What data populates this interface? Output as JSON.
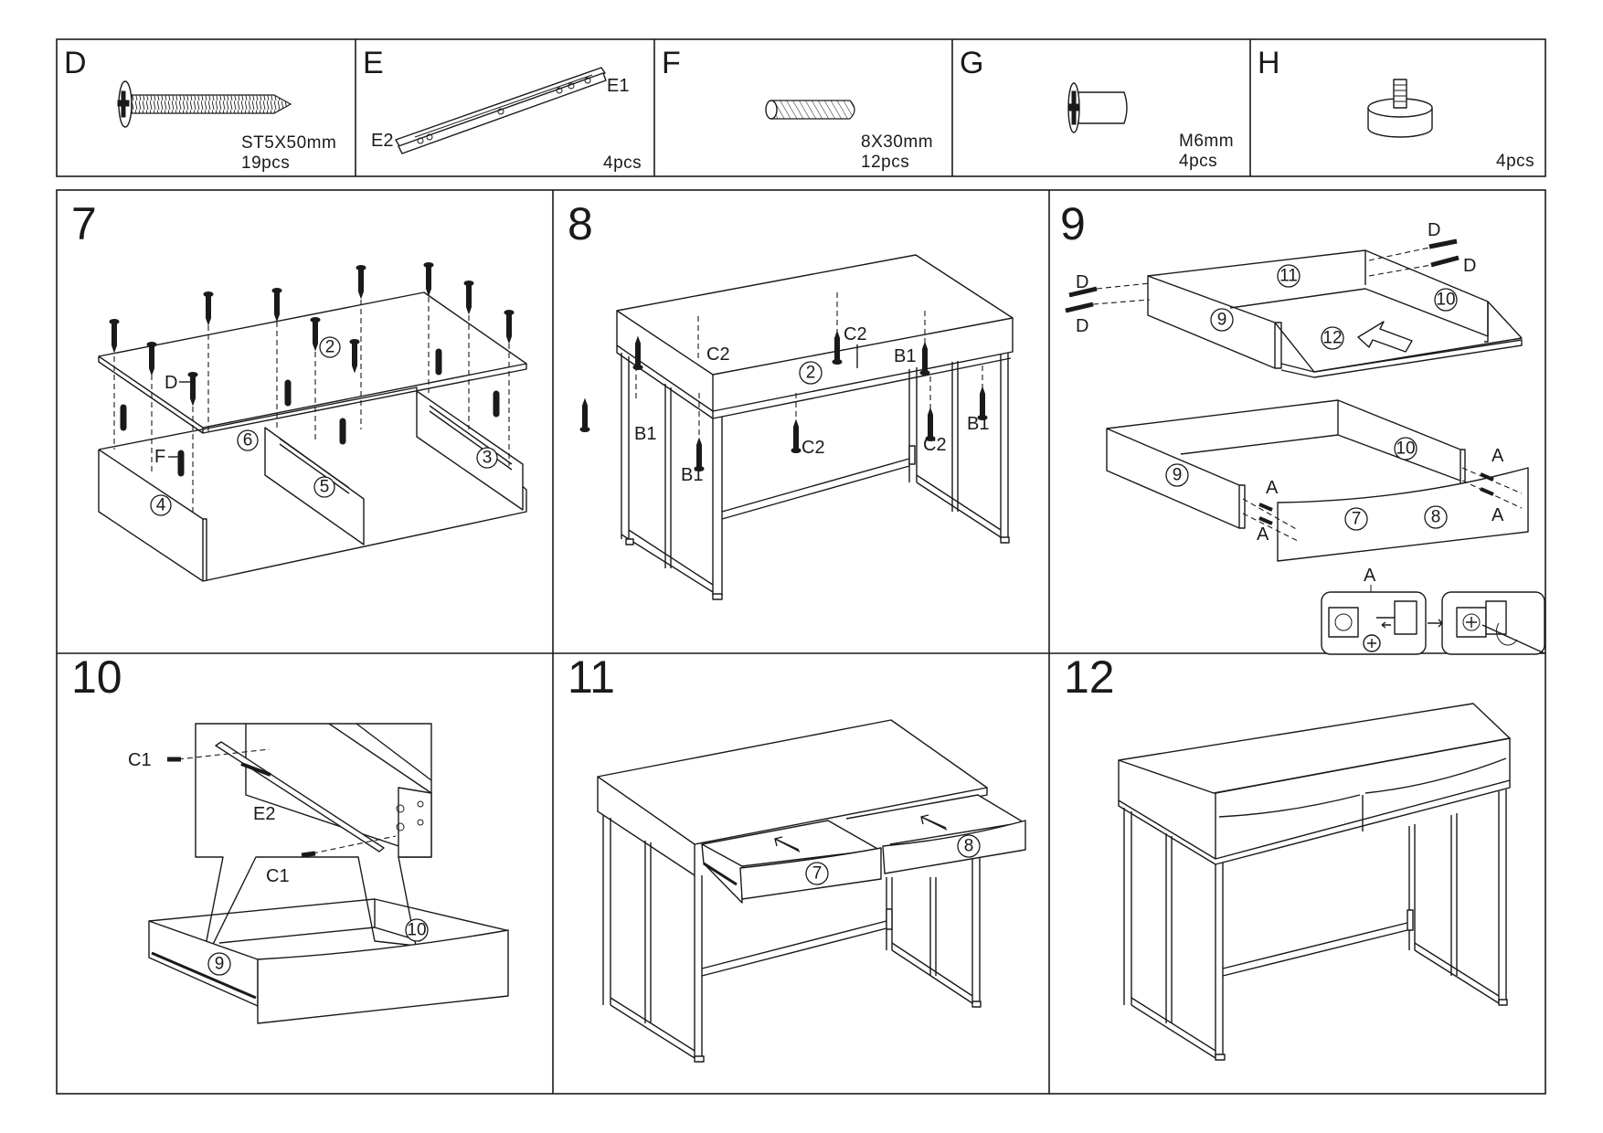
{
  "document": {
    "type": "assembly-instructions",
    "subject": "two-drawer desk with metal frame"
  },
  "hardware": [
    {
      "letter": "D",
      "spec": "ST5X50mm",
      "qty": "19pcs",
      "icon": "wood-screw-icon"
    },
    {
      "letter": "E",
      "spec": "",
      "qty": "4pcs",
      "icon": "drawer-slide-icon",
      "sub_labels": [
        "E1",
        "E2"
      ]
    },
    {
      "letter": "F",
      "spec": "8X30mm",
      "qty": "12pcs",
      "icon": "wooden-dowel-icon"
    },
    {
      "letter": "G",
      "spec": "M6mm",
      "qty": "4pcs",
      "icon": "cam-bolt-icon"
    },
    {
      "letter": "H",
      "spec": "",
      "qty": "4pcs",
      "icon": "adjustable-foot-icon"
    }
  ],
  "steps": [
    {
      "number": "7",
      "part_labels": [
        "2",
        "3",
        "4",
        "5",
        "6"
      ],
      "hardware_labels": [
        "D",
        "F"
      ]
    },
    {
      "number": "8",
      "part_labels": [
        "2"
      ],
      "hardware_labels": [
        "C2",
        "C2",
        "C2",
        "C2",
        "B1",
        "B1",
        "B1",
        "B1"
      ]
    },
    {
      "number": "9",
      "part_labels": [
        "11",
        "9",
        "10",
        "12",
        "9",
        "10",
        "7",
        "8"
      ],
      "hardware_labels": [
        "D",
        "D",
        "D",
        "D",
        "A",
        "A",
        "A",
        "A",
        "A"
      ]
    },
    {
      "number": "10",
      "part_labels": [
        "9",
        "10"
      ],
      "hardware_labels": [
        "C1",
        "E2",
        "C1"
      ]
    },
    {
      "number": "11",
      "part_labels": [
        "7",
        "8"
      ],
      "hardware_labels": []
    },
    {
      "number": "12",
      "part_labels": [],
      "hardware_labels": []
    }
  ]
}
